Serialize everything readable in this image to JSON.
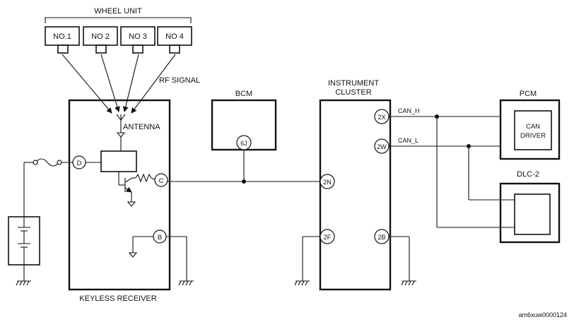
{
  "wheel_unit": {
    "title": "WHEEL UNIT",
    "sensors": [
      "NO.1",
      "NO 2",
      "NO 3",
      "NO 4"
    ]
  },
  "rf_signal_label": "RF SIGNAL",
  "antenna_label": "ANTENNA",
  "keyless_receiver": {
    "label": "KEYLESS RECEIVER",
    "terminals": {
      "d": "D",
      "c": "C",
      "b": "B"
    }
  },
  "bcm": {
    "label": "BCM",
    "terminal": "6J"
  },
  "instrument_cluster": {
    "label_line1": "INSTRUMENT",
    "label_line2": "CLUSTER",
    "terminals": {
      "n2": "2N",
      "f2": "2F",
      "x2": "2X",
      "w2": "2W",
      "b2": "2B"
    }
  },
  "can_h_label": "CAN_H",
  "can_l_label": "CAN_L",
  "pcm": {
    "label": "PCM",
    "can_driver_line1": "CAN",
    "can_driver_line2": "DRIVER"
  },
  "dlc": {
    "label": "DLC-2"
  },
  "figure_id": "am6xuw0000124"
}
